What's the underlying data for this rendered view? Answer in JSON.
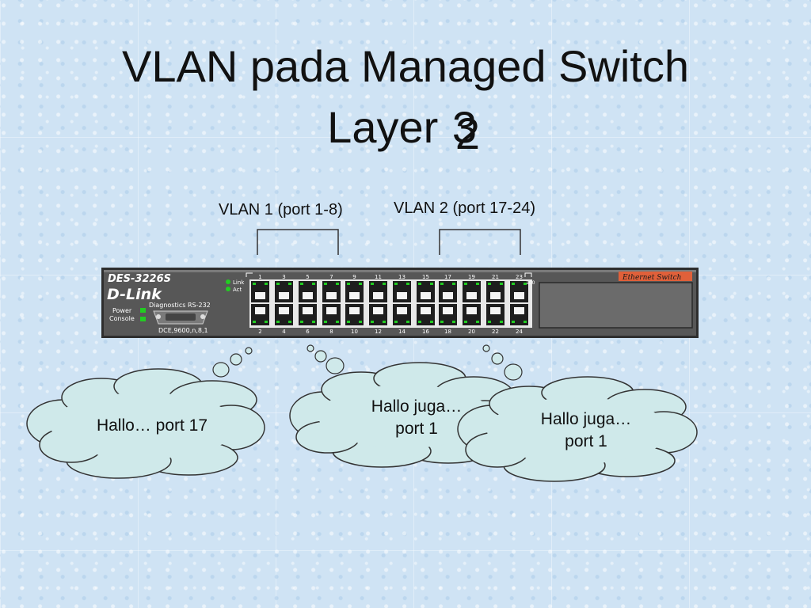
{
  "title": {
    "line1": "VLAN pada Managed Switch",
    "line2_prefix": "Layer",
    "overlap_digit_a": "3",
    "overlap_digit_b": "2"
  },
  "vlans": [
    {
      "label": "VLAN 1 (port 1-8)"
    },
    {
      "label": "VLAN 2 (port 17-24)"
    }
  ],
  "switch": {
    "model": "DES-3226S",
    "brand": "D-Link",
    "link_label": "Link",
    "act_label": "Act",
    "power_label": "Power",
    "console_label": "Console",
    "diagnostics_label": "Diagnostics RS-232",
    "console_settings": "DCE,9600,n,8,1",
    "badge": "Ethernet Switch",
    "uplink_label": "100",
    "top_port_numbers": [
      "1",
      "3",
      "5",
      "7",
      "9",
      "11",
      "13",
      "15",
      "17",
      "19",
      "21",
      "23"
    ],
    "bottom_port_numbers": [
      "2",
      "4",
      "6",
      "8",
      "10",
      "12",
      "14",
      "16",
      "18",
      "20",
      "22",
      "24"
    ],
    "colors": {
      "body": "#4d4d4d",
      "led_green": "#22cc22",
      "badge": "#e0603a"
    }
  },
  "clouds": [
    {
      "text": "Hallo… port 17"
    },
    {
      "line1": "Hallo juga…",
      "line2": "port 1"
    },
    {
      "line1": "Hallo juga…",
      "line2": "port 1"
    }
  ],
  "colors": {
    "cloud_fill": "#cfe9ea",
    "cloud_stroke": "#333333",
    "background": "#cfe3f4"
  }
}
